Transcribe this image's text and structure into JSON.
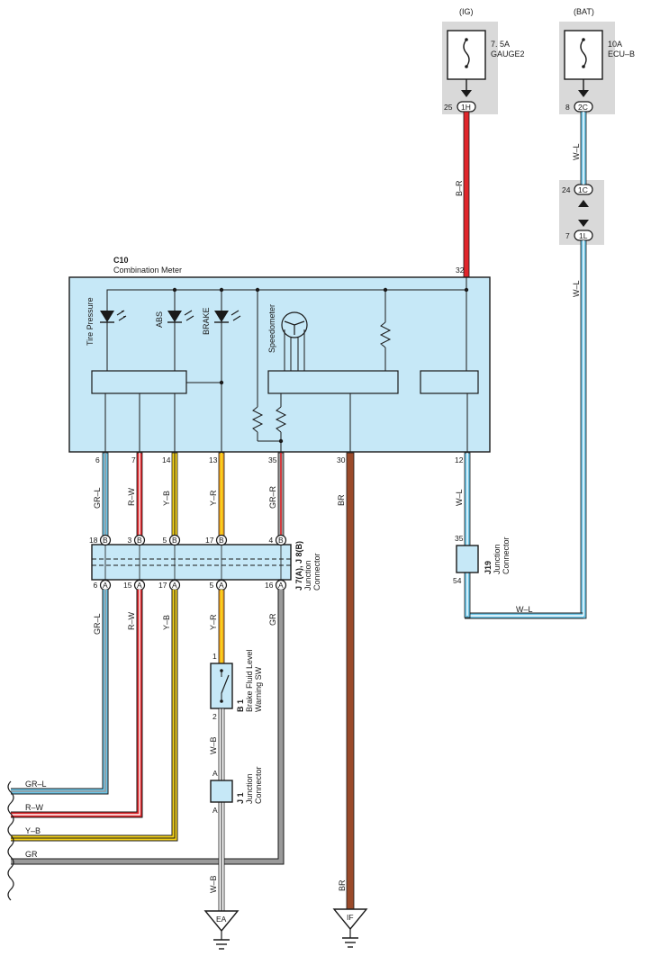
{
  "fuses": {
    "ig": {
      "source": "(IG)",
      "rating": "7. 5A",
      "name": "GAUGE2",
      "pin": "25",
      "connector": "1H"
    },
    "bat": {
      "source": "(BAT)",
      "rating": "10A",
      "name": "ECU–B",
      "pin": "8",
      "connector": "2C"
    }
  },
  "bat_branch": {
    "pin_a": "24",
    "conn_a": "1C",
    "pin_b": "7",
    "conn_b": "1L"
  },
  "meter": {
    "code": "C10",
    "name": "Combination Meter",
    "pin_top": "32",
    "lamps": [
      "Tire Pressure",
      "ABS",
      "BRAKE"
    ],
    "gauge": "Speedometer",
    "pins_bottom": [
      "6",
      "7",
      "14",
      "13",
      "35",
      "30",
      "12"
    ]
  },
  "wire_colors": {
    "br_top": "B–R",
    "wl_top": "W–L",
    "wl_mid": "W–L",
    "meter_out": [
      "GR–L",
      "R–W",
      "Y–B",
      "Y–R",
      "GR–R",
      "BR",
      "W–L"
    ],
    "jc_out": [
      "GR–L",
      "R–W",
      "Y–B",
      "Y–R",
      "GR"
    ],
    "wl_bottom": "W–L",
    "wb": [
      "W–B",
      "W–B"
    ],
    "br_bottom": "BR",
    "bus": [
      "GR–L",
      "R–W",
      "Y–B",
      "GR"
    ]
  },
  "junction": {
    "code": "J 7(A), J 8(B)",
    "name": "Junction Connector",
    "top_pins": [
      "18",
      "3",
      "5",
      "17",
      "4"
    ],
    "top_letter": "B",
    "bottom_pins": [
      "6",
      "15",
      "17",
      "5",
      "16"
    ],
    "bottom_letter": "A"
  },
  "j19": {
    "code": "J19",
    "name": "Junction Connector",
    "pin_top": "35",
    "pin_bottom": "54"
  },
  "brake_sw": {
    "code": "B 1",
    "name": "Brake Fluid Level Warning SW",
    "pin_top": "1",
    "pin_bottom": "2"
  },
  "j1": {
    "code": "J 1",
    "name": "Junction Connector",
    "pin_top": "A",
    "pin_bottom": "A"
  },
  "grounds": [
    "EA",
    "IF"
  ],
  "colors": {
    "box_fill": "#c6e8f7",
    "shade": "#d9d9d9",
    "red": "#e0262b",
    "yellow": "#f5d21a",
    "blue": "#6cc4e6",
    "brown": "#9a4a2a",
    "gray": "#9a9a9a",
    "orange": "#f6a623"
  }
}
